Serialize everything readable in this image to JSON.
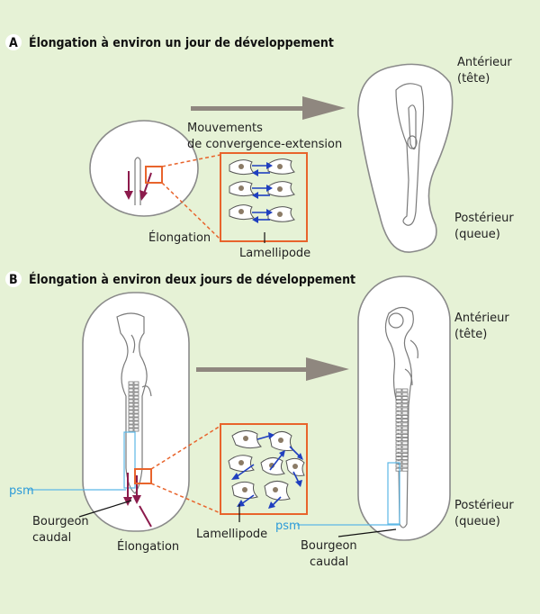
{
  "panel_a": {
    "letter": "A",
    "title": "Élongation à environ un jour de développement",
    "label_movements_line1": "Mouvements",
    "label_movements_line2": "de convergence-extension",
    "label_elongation": "Élongation",
    "label_lamellipode": "Lamellipode",
    "label_anterior": "Antérieur",
    "label_anterior_sub": "(tête)",
    "label_posterior": "Postérieur",
    "label_posterior_sub": "(queue)"
  },
  "panel_b": {
    "letter": "B",
    "title": "Élongation à environ deux jours de développement",
    "label_psm_left": "psm",
    "label_psm_right": "psm",
    "label_bourgeon_left_line1": "Bourgeon",
    "label_bourgeon_left_line2": "caudal",
    "label_elongation": "Élongation",
    "label_lamellipode": "Lamellipode",
    "label_bourgeon_right_line1": "Bourgeon",
    "label_bourgeon_right_line2": "caudal",
    "label_anterior": "Antérieur",
    "label_anterior_sub": "(tête)",
    "label_posterior": "Postérieur",
    "label_posterior_sub": "(queue)"
  },
  "colors": {
    "background": "#e6f2d6",
    "elongation_arrow": "#8c1b4c",
    "zoom_box": "#e8642c",
    "cell_movement_arrow": "#1f3fbf",
    "psm": "#5cb7e6",
    "progress_arrow": "#8f877f"
  }
}
